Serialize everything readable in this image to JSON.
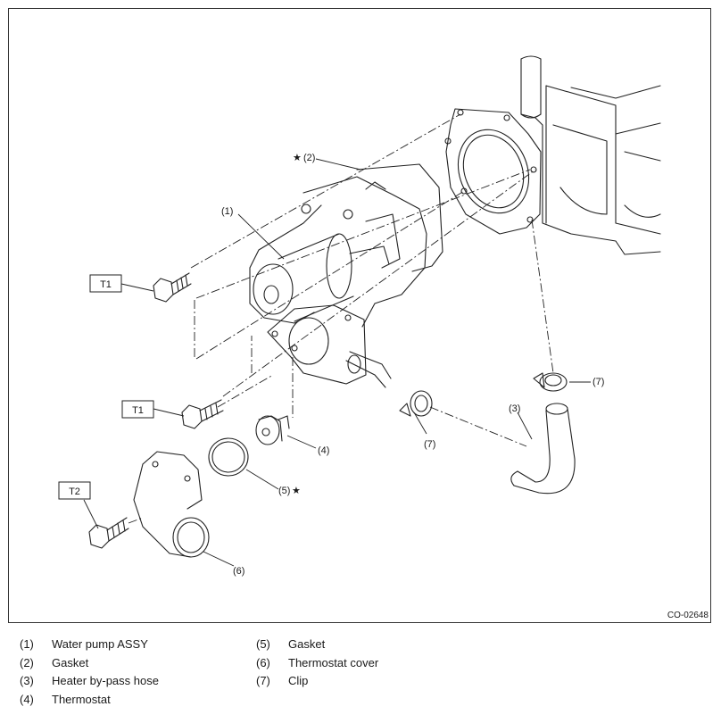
{
  "figure_code": "CO-02648",
  "callouts": {
    "c1": "(1)",
    "c2": "(2)",
    "c3": "(3)",
    "c4": "(4)",
    "c5": "(5)",
    "c6": "(6)",
    "c7a": "(7)",
    "c7b": "(7)",
    "star": "★",
    "t1a": "T1",
    "t1b": "T1",
    "t2": "T2"
  },
  "legend": {
    "left": [
      {
        "num": "(1)",
        "text": "Water pump ASSY"
      },
      {
        "num": "(2)",
        "text": "Gasket"
      },
      {
        "num": "(3)",
        "text": "Heater by-pass hose"
      },
      {
        "num": "(4)",
        "text": "Thermostat"
      }
    ],
    "right": [
      {
        "num": "(5)",
        "text": "Gasket"
      },
      {
        "num": "(6)",
        "text": "Thermostat cover"
      },
      {
        "num": "(7)",
        "text": "Clip"
      }
    ]
  }
}
